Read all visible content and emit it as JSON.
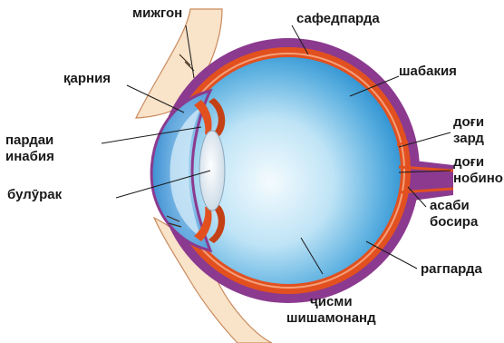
{
  "labels": {
    "eyelid_skin": "мижгон",
    "sclera": "сафедпарда",
    "cornea": "қарния",
    "retina": "шабакия",
    "iris": "пардаи\nинабия",
    "lens": "булӯрак",
    "yellow_spot": "доғи\nзард",
    "blind_spot": "доғи\nнобино",
    "optic_nerve": "асаби\nбосира",
    "choroid": "рагпарда",
    "vitreous_body": "ҷисми\nшишамонанд"
  },
  "colors": {
    "sclera": "#8b3a8f",
    "choroid": "#e2501f",
    "retina_line": "#f4a07a",
    "vitreous_light": "#e8f6fc",
    "vitreous_dark": "#2b8fd0",
    "cornea": "#4a9edb",
    "lens": "#e6eef5",
    "eyelid": "#f9e3c9",
    "eyelid_stroke": "#c98a5c",
    "leader_line": "#1a1a1a"
  }
}
